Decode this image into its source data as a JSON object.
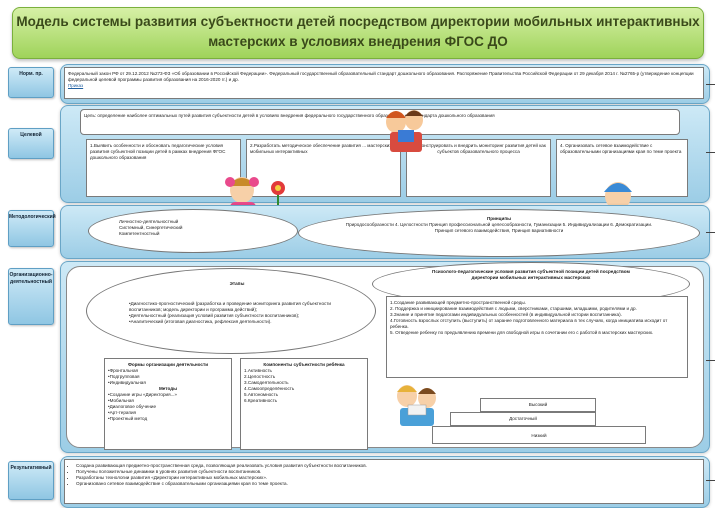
{
  "title": "Модель системы развития субъектности детей посредством директории мобильных интерактивных мастерских в условиях внедрения ФГОС ДО",
  "rows": {
    "normative": {
      "label": "Норм. пр.",
      "text": "Федеральный закон РФ от 29.12.2012 №273-ФЗ «Об образовании в Российской Федерации». Федеральный государственный образовательный стандарт дошкольного образования. Распоряжение Правительства Российской Федерации от 29 декабря 2014 г. №2765-р (утверждение концепции федеральной целевой программы развития образования на 2016-2020 гг.) и др.",
      "link": "Приказ"
    },
    "goal": {
      "label": "Целевой",
      "goal_text": "Цель: определение наиболее оптимальных путей развития субъектности детей в условиях внедрения федерального государственного образовательного стандарта дошкольного образования",
      "tasks": [
        "1.Выявить особенности и обосновать педагогические условия развития субъектной позиции детей в рамках внедрения ФГОС дошкольного образования",
        "2.Разработать методическое обеспечение развития ... мастерских ... мобильных интерактивных",
        "3. Сконструировать и внедрить мониторинг развития детей как субъектов образовательного процесса",
        "4. Организовать сетевое взаимодействие с образовательными организациями края по теме проекта"
      ]
    },
    "method": {
      "label": "Методологический",
      "approaches": "Личностно-деятельностный\nСистемный, Синергетический\nКомпетентностный",
      "principles_title": "Принципы",
      "principles_text": "Природосообразности 4. Целостности Принцип профессиональной целесообразности, Гуманизации 5. Индивидуализации 6. Демократизации. Принцип сетевого взаимодействия, Принцип вариативности"
    },
    "org": {
      "label": "Организационно-деятельностный",
      "stages_title": "Этапы",
      "stages_text": "•Диагностико-прогностический (разработка и проведение мониторинга развития субъектности воспитанников; модель директории и программа действий);\n•Деятельностный (реализация условий развития субъектности воспитанников);\n•Аналитический (итоговая диагностика, рефлексия деятельности).",
      "conditions_title": "Психолого-педагогические условия развития субъектной позиции детей посредством директории мобильных интерактивных мастерских",
      "conditions": [
        "1.Создание развивающей предметно-пространственной среды.",
        "2. Поддержка и инициирование взаимодействия с людьми, сверстниками, старшими, младшими, родителями и др.",
        "3.Знание и принятие педагогами индивидуальных особенностей (в индивидуальной истории воспитанника).",
        "4.Готовность взрослых отступить (выступить) от заранее подготовленного материала в тех случаях, когда инициатива исходит от ребенка.",
        "5. Отведение ребенку по предъявлению времени для свободной игры в сочетании его с работой в мастерских мастерских."
      ],
      "forms_title": "Формы организации деятельности",
      "forms": [
        "•Фронтальная",
        "•Подгрупповая",
        "•Индивидуальная"
      ],
      "methods_title": "Методы",
      "methods": [
        "•Создание игры «Директория...»",
        "•Мобильная",
        "•Диалоговое обучение",
        "•Арт-терапия",
        "•Проектный метод"
      ],
      "components_title": "Компоненты субъектности ребёнка",
      "components": [
        "1.Активность",
        "2.Целостность",
        "3.Самодеятельность",
        "4.Самоопределённость",
        "5.Автономность",
        "6.Креативность"
      ],
      "levels": [
        "Высокий",
        "Достаточный",
        "Низкий"
      ]
    },
    "result": {
      "label": "Результативный",
      "items": [
        "Создана развивающая предметно-пространственная среда, позволяющая реализовать условия развития субъектности воспитанников.",
        "Получены положительные динамики в уровнях развития субъектности воспитанников.",
        "Разработаны технологии развития «Директории интерактивных мобильных мастерских».",
        "Организовано сетевое взаимодействие с образовательными организациями края по теме проекта."
      ]
    }
  },
  "colors": {
    "banner": "#9fd35a",
    "band": "#9ccde6",
    "tab": "#8fc6e3"
  }
}
